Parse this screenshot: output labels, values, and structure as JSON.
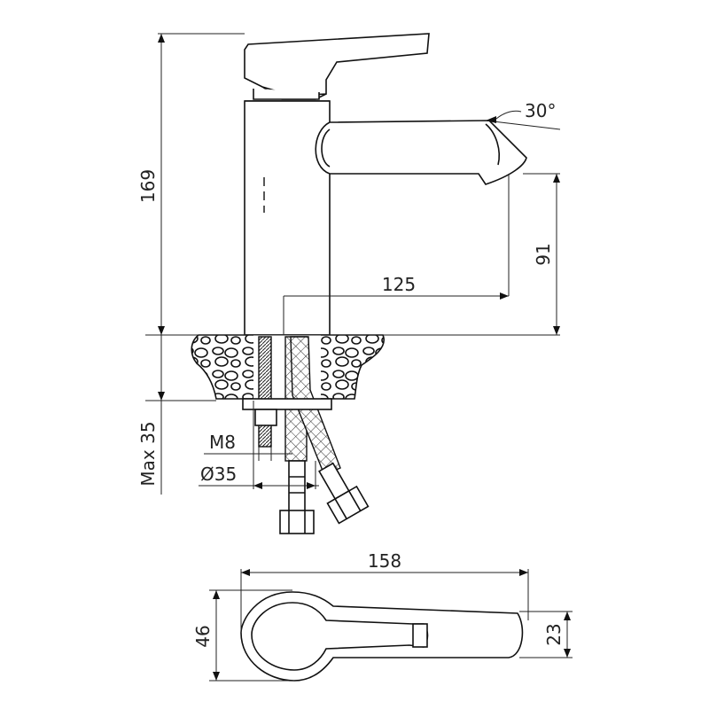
{
  "dimensions": {
    "height_total": "169",
    "spout_height": "91",
    "spout_reach": "125",
    "max_thickness": "Max 35",
    "thread": "M8",
    "hole_diameter": "Ø35",
    "spout_angle": "30°",
    "top_length": "158",
    "top_width": "46",
    "spout_width": "23"
  },
  "colors": {
    "line": "#111111",
    "background": "#ffffff"
  }
}
